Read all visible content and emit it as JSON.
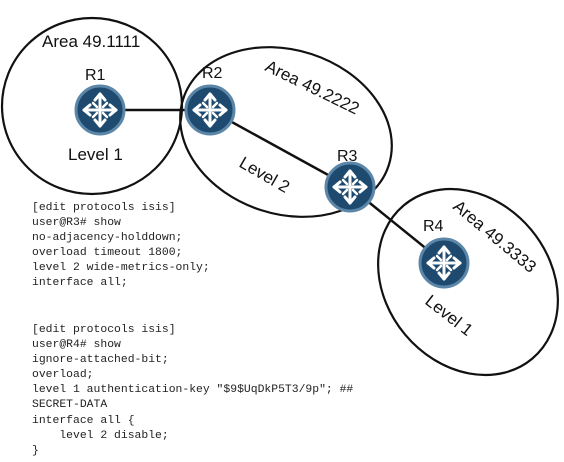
{
  "areas": [
    {
      "id": "a1",
      "label": "Area 49.1111",
      "level": "Level 1"
    },
    {
      "id": "a2",
      "label": "Area 49.2222",
      "level": "Level 2"
    },
    {
      "id": "a3",
      "label": "Area 49.3333",
      "level": "Level 1"
    }
  ],
  "routers": [
    {
      "id": "r1",
      "label": "R1"
    },
    {
      "id": "r2",
      "label": "R2"
    },
    {
      "id": "r3",
      "label": "R3"
    },
    {
      "id": "r4",
      "label": "R4"
    }
  ],
  "links": [
    [
      "r1",
      "r2"
    ],
    [
      "r2",
      "r3"
    ],
    [
      "r3",
      "r4"
    ]
  ],
  "colors": {
    "router_fill": "#1d4a6e",
    "router_ring": "#5b86a8",
    "arrow": "#ffffff",
    "line": "#111111"
  },
  "icon": "router-icon",
  "configs": [
    {
      "id": "cfg_r3",
      "lines": [
        "[edit protocols isis]",
        "user@R3# show",
        "no-adjacency-holddown;",
        "overload timeout 1800;",
        "level 2 wide-metrics-only;",
        "interface all;"
      ]
    },
    {
      "id": "cfg_r4",
      "lines": [
        "[edit protocols isis]",
        "user@R4# show",
        "ignore-attached-bit;",
        "overload;",
        "level 1 authentication-key \"$9$UqDkP5T3/9p\"; ##",
        "SECRET-DATA",
        "interface all {",
        "    level 2 disable;",
        "}"
      ]
    }
  ]
}
